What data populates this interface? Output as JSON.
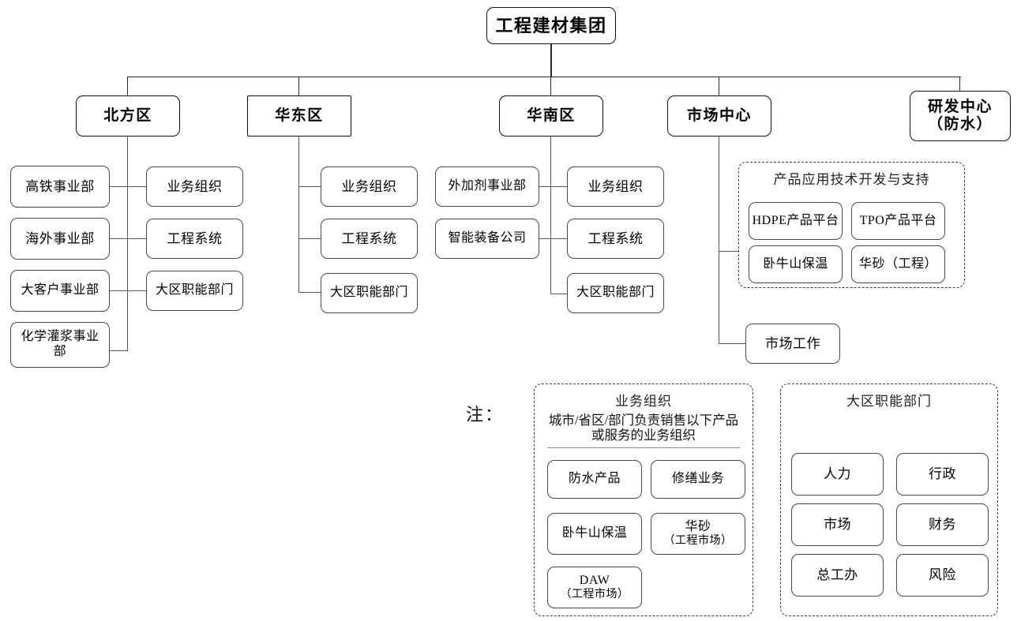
{
  "root": {
    "label": "工程建材集团"
  },
  "divisions": [
    {
      "name": "north",
      "label": "北方区"
    },
    {
      "name": "east",
      "label": "华东区"
    },
    {
      "name": "south",
      "label": "华南区"
    },
    {
      "name": "market",
      "label": "市场中心"
    },
    {
      "name": "rnd",
      "label_line1": "研发中心",
      "label_line2": "（防水）"
    }
  ],
  "north_left": [
    {
      "label": "高铁事业部"
    },
    {
      "label": "海外事业部"
    },
    {
      "label": "大客户事业部"
    },
    {
      "label": "化学灌浆事业部"
    }
  ],
  "north_right": [
    {
      "label": "业务组织"
    },
    {
      "label": "工程系统"
    },
    {
      "label": "大区职能部门"
    }
  ],
  "east_right": [
    {
      "label": "业务组织"
    },
    {
      "label": "工程系统"
    },
    {
      "label": "大区职能部门"
    }
  ],
  "south_left": [
    {
      "label": "外加剂事业部"
    },
    {
      "label": "智能装备公司"
    }
  ],
  "south_right": [
    {
      "label": "业务组织"
    },
    {
      "label": "工程系统"
    },
    {
      "label": "大区职能部门"
    }
  ],
  "market_group": {
    "title": "产品应用技术开发与支持",
    "items": [
      {
        "label": "HDPE产品平台"
      },
      {
        "label": "TPO产品平台"
      },
      {
        "label": "卧牛山保温"
      },
      {
        "label": "华砂（工程）"
      }
    ]
  },
  "market_work": {
    "label": "市场工作"
  },
  "legend": {
    "note_label": "注：",
    "business_org": {
      "title": "业务组织",
      "description": "城市/省区/部门负责销售以下产品或服务的业务组织",
      "items": [
        {
          "line1": "防水产品",
          "line2": ""
        },
        {
          "line1": "修缮业务",
          "line2": ""
        },
        {
          "line1": "卧牛山保温",
          "line2": ""
        },
        {
          "line1": "华砂",
          "line2": "（工程市场）"
        },
        {
          "line1": "DAW",
          "line2": "（工程市场）"
        }
      ]
    },
    "region_functions": {
      "title": "大区职能部门",
      "items": [
        {
          "label": "人力"
        },
        {
          "label": "行政"
        },
        {
          "label": "市场"
        },
        {
          "label": "财务"
        },
        {
          "label": "总工办"
        },
        {
          "label": "风险"
        }
      ]
    }
  },
  "colors": {
    "line": "#2b2b2b",
    "box_border": "#4a4a4a",
    "strong_border": "#111111"
  }
}
